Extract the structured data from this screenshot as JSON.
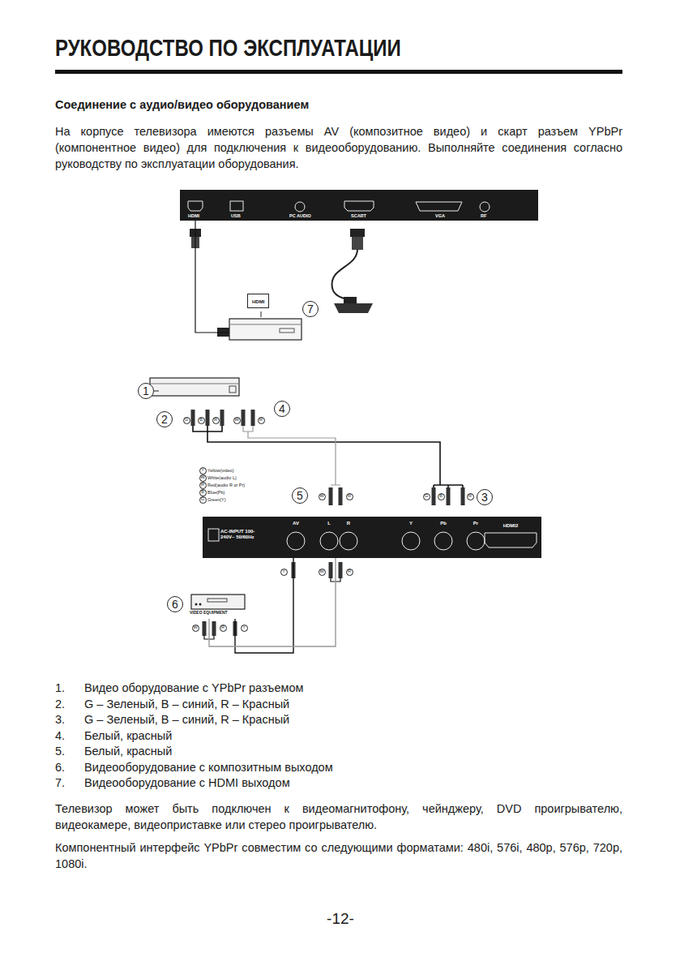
{
  "diagram": {
    "title": "РУКОВОДСТВО ПО ЭКСПЛУАТАЦИИ",
    "nodes": [
      {
        "text": [
          "HDMI",
          "USB",
          "PC AUDIO",
          "SCART",
          "VGA",
          "RF"
        ]
      },
      {
        "text": [
          "HDMI"
        ]
      },
      {
        "text": [
          "AC-INPUT 100-240V~ 50/60Hz",
          "AV",
          "L",
          "R",
          "Y",
          "Pb",
          "Pr",
          "HDMI2"
        ]
      },
      {
        "text": [
          "VIDEO EQUIPMENT"
        ]
      }
    ],
    "edges": [
      {
        "from": 0,
        "to": 1,
        "arrow": "none"
      },
      {
        "from": 3,
        "to": 2,
        "arrow": "none"
      },
      {
        "from": 3,
        "to": 2,
        "arrow": "none"
      }
    ],
    "labels": [
      "Соединение с аудио/видео оборудованием",
      "На корпусе телевизора имеются разъемы AV (композитное видео) и скарт разъем YPbPr (компонентное видео) для подключения к видеооборудованию. Выполняйте соединения согласно руководству по эксплуатации оборудования.",
      "7",
      "1",
      "2",
      "4",
      "G",
      "B",
      "R",
      "W",
      "R",
      "Y",
      "W",
      "R",
      "B",
      "G",
      "5",
      "W",
      "R",
      "3",
      "G",
      "B",
      "R",
      "Y",
      "W",
      "R",
      "6",
      "W",
      "R",
      "Y",
      "1.",
      "Видео оборудование с YPbPr разъемом",
      "2.",
      "G – Зеленый, B – синий, R – Красный",
      "3.",
      "G – Зеленый, B – синий, R – Красный",
      "4.",
      "Белый, красный",
      "5.",
      "Белый, красный",
      "6.",
      "Видеооборудование с композитным выходом",
      "7.",
      "Видеооборудование с HDMI выходом",
      "Телевизор может быть подключен к видеомагнитофону, чейнджеру, DVD проигрывателю, видеокамере, видеоприставке или стерео проигрывателю.",
      "Компонентный интерфейс YPbPr совместим со следующими форматами: 480i, 576i, 480p, 576p, 720p, 1080i.",
      "-12-"
    ],
    "legend": [
      {
        "text": "Yellow(video)"
      },
      {
        "text": "White(audio L)"
      },
      {
        "text": "Red(audio R or Pr)"
      },
      {
        "text": "Blue(Pb)"
      },
      {
        "text": "Green(Y)"
      }
    ]
  }
}
